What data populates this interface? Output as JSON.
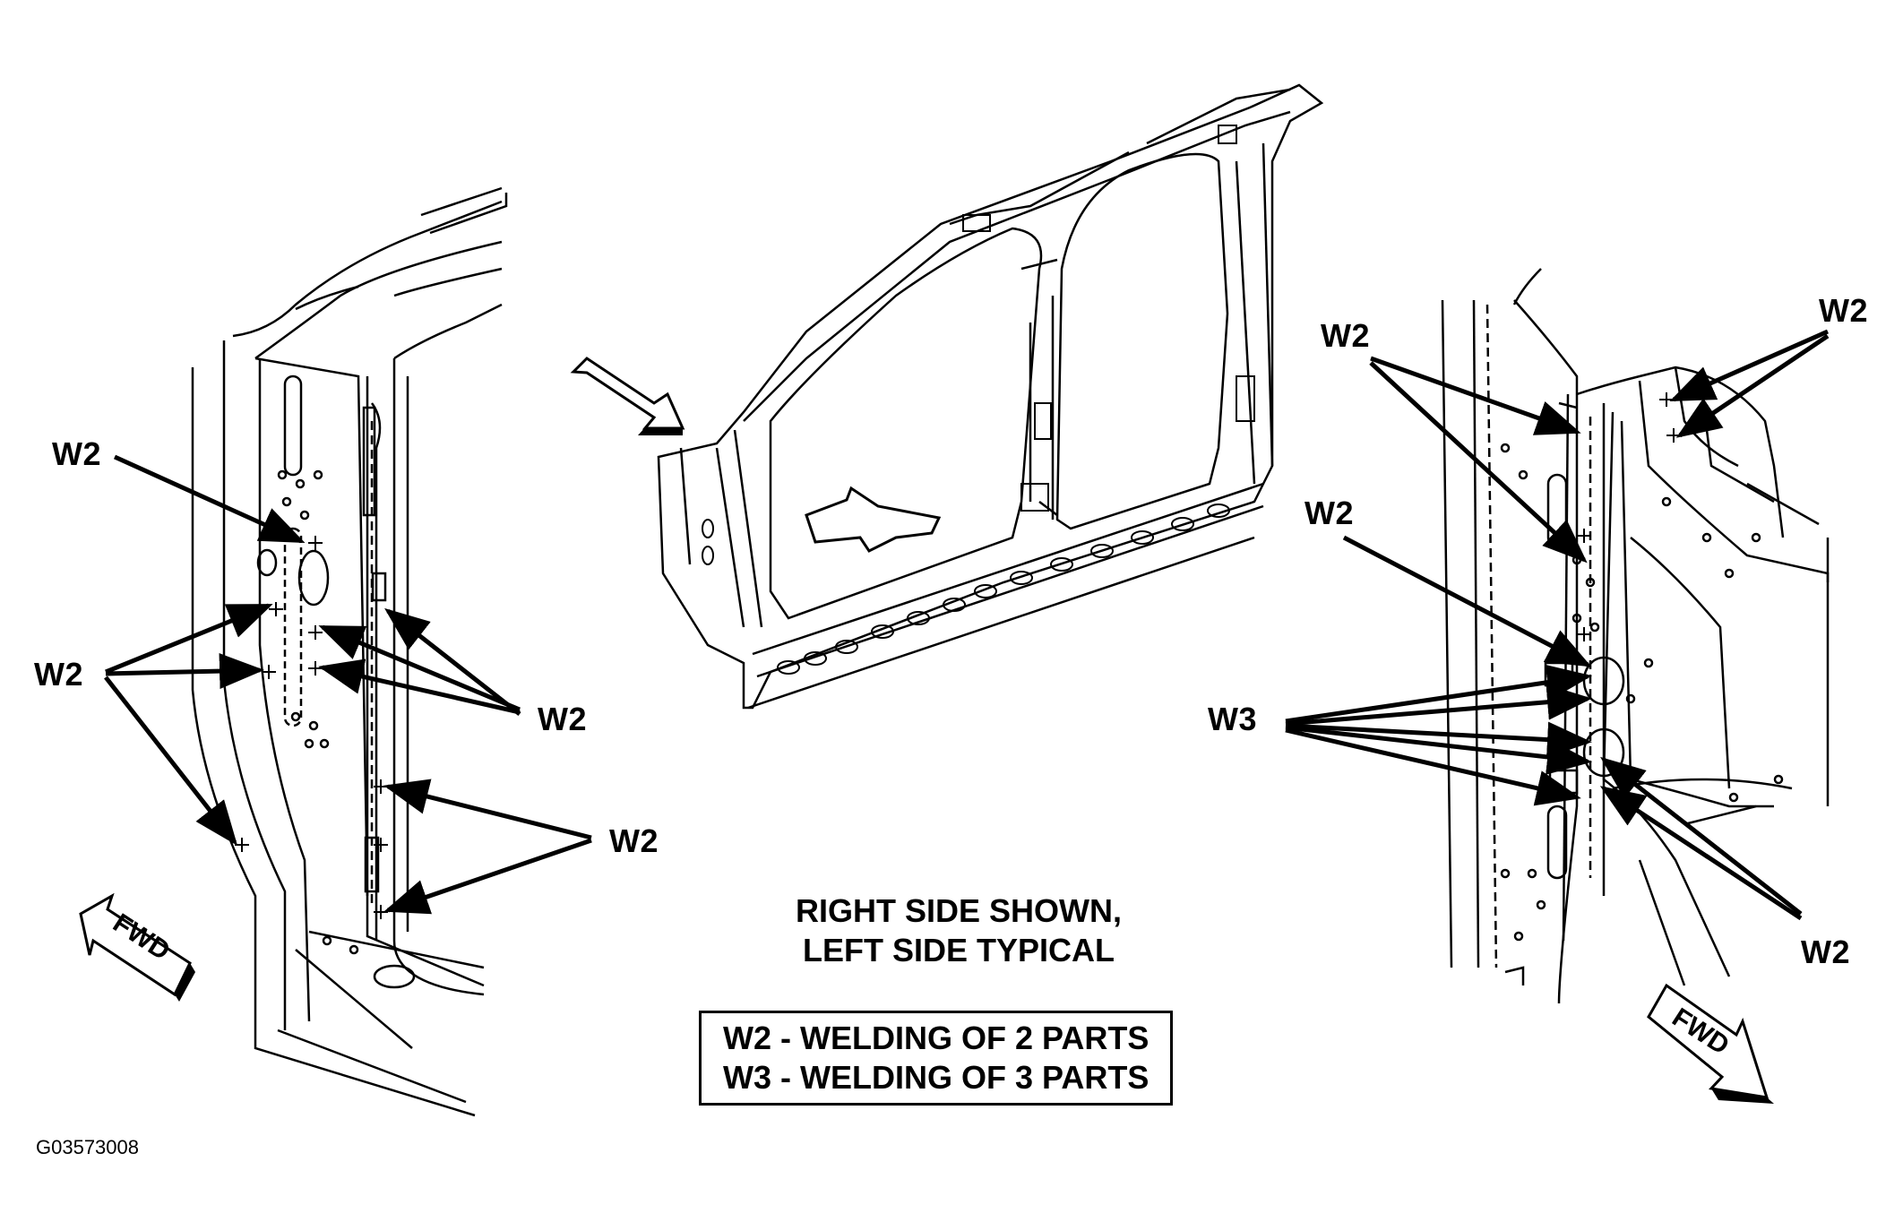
{
  "labels": {
    "left_top": "W2",
    "left_mid": "W2",
    "left_right_mid": "W2",
    "left_right_low": "W2",
    "right_top_left": "W2",
    "right_top_right": "W2",
    "right_mid": "W2",
    "right_w3": "W3",
    "right_bottom": "W2"
  },
  "caption": {
    "line1": "RIGHT SIDE SHOWN,",
    "line2": "LEFT SIDE TYPICAL"
  },
  "legend": {
    "line1": "W2 - WELDING OF 2 PARTS",
    "line2": "W3 - WELDING OF 3 PARTS"
  },
  "fwd": {
    "left": "FWD",
    "right": "FWD"
  },
  "figure_id": "G03573008"
}
